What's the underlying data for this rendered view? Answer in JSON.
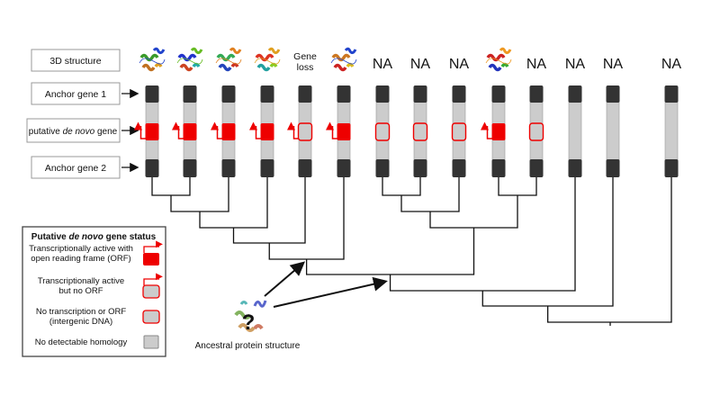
{
  "row_labels": {
    "structure": "3D structure",
    "anchor1": "Anchor gene 1",
    "denovo_prefix": "putative ",
    "denovo_italic": "de novo",
    "denovo_suffix": " gene",
    "anchor2": "Anchor gene 2"
  },
  "columns": [
    {
      "top": "structure",
      "status": "orf"
    },
    {
      "top": "structure",
      "status": "orf"
    },
    {
      "top": "structure",
      "status": "orf"
    },
    {
      "top": "structure",
      "status": "orf"
    },
    {
      "top": "Gene loss",
      "status": "transcribed_no_orf"
    },
    {
      "top": "structure",
      "status": "orf"
    },
    {
      "top": "NA",
      "status": "intergenic"
    },
    {
      "top": "NA",
      "status": "intergenic"
    },
    {
      "top": "NA",
      "status": "intergenic"
    },
    {
      "top": "structure",
      "status": "orf"
    },
    {
      "top": "NA",
      "status": "intergenic"
    },
    {
      "top": "NA",
      "status": "no_homology"
    },
    {
      "top": "NA",
      "status": "no_homology"
    },
    {
      "top": "NA",
      "status": "no_homology"
    }
  ],
  "gene_loss": {
    "line1": "Gene",
    "line2": "loss"
  },
  "ancestor": {
    "label": "Ancestral protein structure",
    "mark": "?"
  },
  "legend": {
    "title_prefix": "Putative ",
    "title_italic": "de novo",
    "title_suffix": " gene status",
    "items": [
      {
        "line1": "Transcriptionally active with",
        "line2": "open reading frame (ORF)",
        "status": "orf"
      },
      {
        "line1": "Transcriptionally active",
        "line2": "but no ORF",
        "status": "transcribed_no_orf"
      },
      {
        "line1": "No transcription or ORF",
        "line2": "(intergenic DNA)",
        "status": "intergenic"
      },
      {
        "line1": "No detectable homology",
        "line2": "",
        "status": "no_homology"
      }
    ]
  },
  "colors": {
    "red": "#ee0000",
    "gray": "#cccccc",
    "dark": "#333333"
  }
}
